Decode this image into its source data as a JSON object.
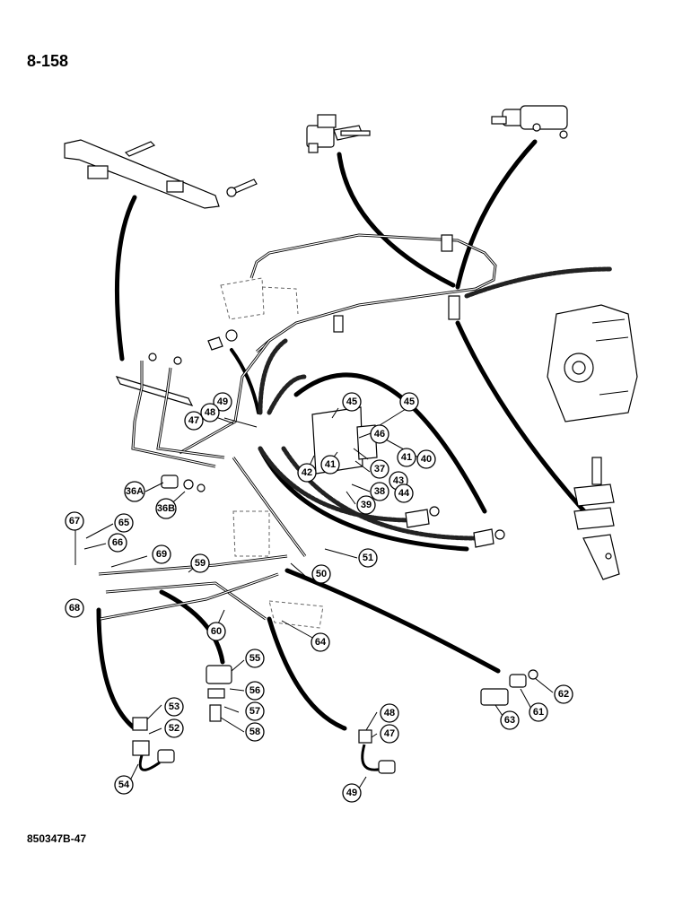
{
  "page_number": "8-158",
  "drawing_id": "850347B-47",
  "callouts": [
    {
      "id": "c45a",
      "label": "45"
    },
    {
      "id": "c45b",
      "label": "45"
    },
    {
      "id": "c46",
      "label": "46"
    },
    {
      "id": "c49a",
      "label": "49"
    },
    {
      "id": "c48a",
      "label": "48"
    },
    {
      "id": "c47a",
      "label": "47"
    },
    {
      "id": "c41a",
      "label": "41"
    },
    {
      "id": "c40",
      "label": "40"
    },
    {
      "id": "c42",
      "label": "42"
    },
    {
      "id": "c41b",
      "label": "41"
    },
    {
      "id": "c37",
      "label": "37"
    },
    {
      "id": "c43",
      "label": "43"
    },
    {
      "id": "c38",
      "label": "38"
    },
    {
      "id": "c44",
      "label": "44"
    },
    {
      "id": "c39",
      "label": "39"
    },
    {
      "id": "c36a",
      "label": "36A"
    },
    {
      "id": "c36b",
      "label": "36B"
    },
    {
      "id": "c67",
      "label": "67"
    },
    {
      "id": "c65",
      "label": "65"
    },
    {
      "id": "c66",
      "label": "66"
    },
    {
      "id": "c69",
      "label": "69"
    },
    {
      "id": "c59",
      "label": "59"
    },
    {
      "id": "c51",
      "label": "51"
    },
    {
      "id": "c50",
      "label": "50"
    },
    {
      "id": "c68",
      "label": "68"
    },
    {
      "id": "c60",
      "label": "60"
    },
    {
      "id": "c64",
      "label": "64"
    },
    {
      "id": "c55",
      "label": "55"
    },
    {
      "id": "c56",
      "label": "56"
    },
    {
      "id": "c57",
      "label": "57"
    },
    {
      "id": "c58",
      "label": "58"
    },
    {
      "id": "c53",
      "label": "53"
    },
    {
      "id": "c52",
      "label": "52"
    },
    {
      "id": "c54",
      "label": "54"
    },
    {
      "id": "c48b",
      "label": "48"
    },
    {
      "id": "c47b",
      "label": "47"
    },
    {
      "id": "c49b",
      "label": "49"
    },
    {
      "id": "c62",
      "label": "62"
    },
    {
      "id": "c61",
      "label": "61"
    },
    {
      "id": "c63",
      "label": "63"
    }
  ]
}
